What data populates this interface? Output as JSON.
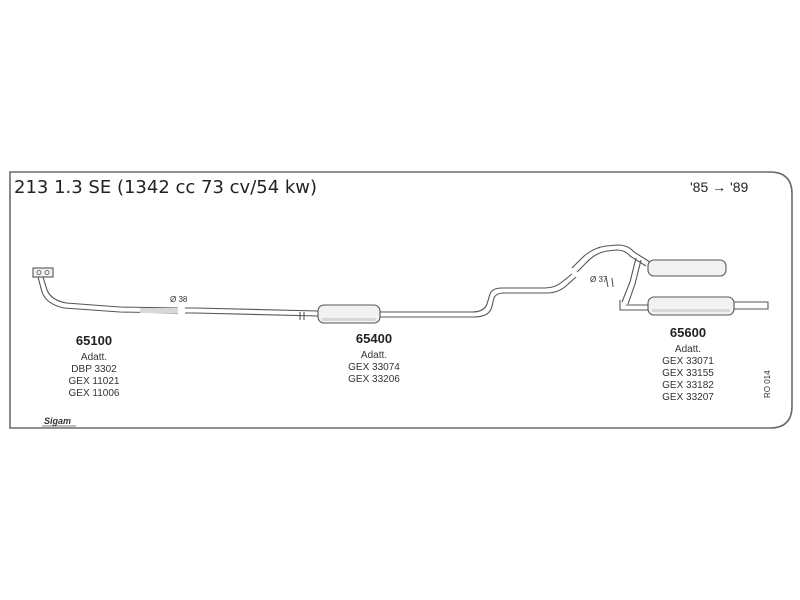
{
  "header": {
    "title": "213 1.3 SE (1342 cc 73 cv/54 kw)",
    "years": "'85 → '89"
  },
  "parts": [
    {
      "number": "65100",
      "adapt_label": "Adatt.",
      "codes": [
        "DBP 3302",
        "GEX 11021",
        "GEX 11006"
      ]
    },
    {
      "number": "65400",
      "adapt_label": "Adatt.",
      "codes": [
        "GEX 33074",
        "GEX 33206"
      ]
    },
    {
      "number": "65600",
      "adapt_label": "Adatt.",
      "codes": [
        "GEX 33071",
        "GEX 33155",
        "GEX 33182",
        "GEX 33207"
      ]
    }
  ],
  "diameters": [
    "Ø 38",
    "Ø 37"
  ],
  "side_code": "RO 014",
  "logo": "Sigam"
}
